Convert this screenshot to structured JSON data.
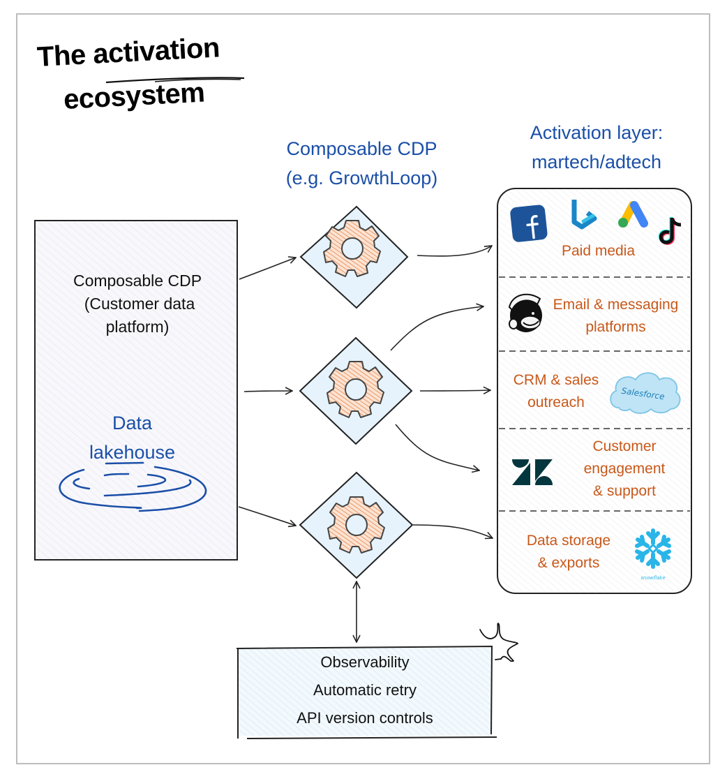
{
  "title": {
    "line1_prefix": "The",
    "line1_emphasis": "activation",
    "line2": "ecosystem"
  },
  "source_box": {
    "label_lines": [
      "Composable CDP",
      "(Customer data",
      "platform)"
    ],
    "lakehouse_lines": [
      "Data",
      "lakehouse"
    ],
    "lakehouse_icon": "lake-swirl-icon"
  },
  "middle_heading": {
    "lines": [
      "Composable CDP",
      "(e.g. GrowthLoop)"
    ]
  },
  "processors": [
    {
      "icon": "gear-icon"
    },
    {
      "icon": "gear-icon"
    },
    {
      "icon": "gear-icon"
    }
  ],
  "right_heading": {
    "lines": [
      "Activation layer:",
      "martech/adtech"
    ]
  },
  "activation_layer": {
    "sections": [
      {
        "label_lines": [
          "Paid media"
        ],
        "logos": [
          "facebook-logo",
          "bing-logo",
          "google-ads-logo",
          "tiktok-logo"
        ]
      },
      {
        "label_lines": [
          "Email & messaging",
          "platforms"
        ],
        "logos": [
          "mailchimp-logo"
        ]
      },
      {
        "label_lines": [
          "CRM & sales",
          "outreach"
        ],
        "logos": [
          "salesforce-logo"
        ],
        "logo_text": "Salesforce"
      },
      {
        "label_lines": [
          "Customer",
          "engagement",
          "& support"
        ],
        "logos": [
          "zendesk-logo"
        ]
      },
      {
        "label_lines": [
          "Data storage",
          "& exports"
        ],
        "logos": [
          "snowflake-logo"
        ],
        "logo_text": "snowflake"
      }
    ]
  },
  "reliability_box": {
    "lines": [
      "Observability",
      "Automatic retry",
      "API version controls"
    ],
    "decoration": "sparkle-icon"
  },
  "colors": {
    "blue_text": "#1b4fa8",
    "orange_text": "#c8581a",
    "diamond_fill": "#e6f3fc",
    "gear_hatch": "#e8864a",
    "box_stroke": "#222222"
  }
}
